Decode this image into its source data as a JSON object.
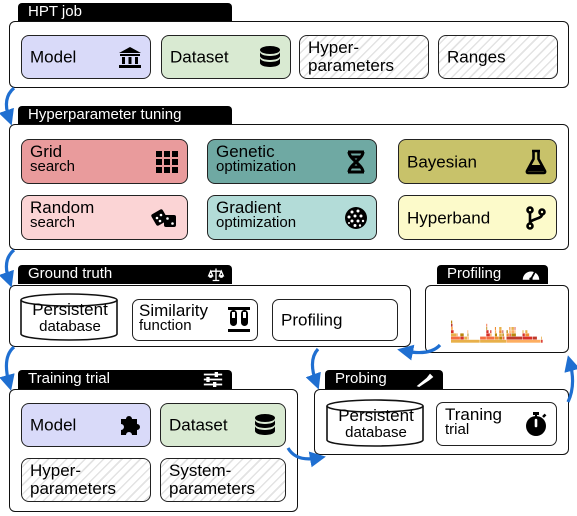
{
  "hpt_job": {
    "title": "HPT job",
    "model": "Model",
    "dataset": "Dataset",
    "hyper_line1": "Hyper-",
    "hyper_line2": "parameters",
    "ranges": "Ranges"
  },
  "tuning": {
    "title": "Hyperparameter tuning",
    "grid_1": "Grid",
    "grid_2": "search",
    "genetic_1": "Genetic",
    "genetic_2": "optimization",
    "bayesian": "Bayesian",
    "random_1": "Random",
    "random_2": "search",
    "gradient_1": "Gradient",
    "gradient_2": "optimization",
    "hyperband": "Hyperband"
  },
  "ground_truth": {
    "title": "Ground truth",
    "persistent_1": "Persistent",
    "persistent_2": "database",
    "similarity_1": "Similarity",
    "similarity_2": "function",
    "profiling": "Profiling"
  },
  "profiling_panel": {
    "title": "Profiling"
  },
  "training_trial": {
    "title": "Training trial",
    "model": "Model",
    "dataset": "Dataset",
    "hyper_1": "Hyper-",
    "hyper_2": "parameters",
    "system_1": "System-",
    "system_2": "parameters"
  },
  "probing": {
    "title": "Probing",
    "persistent_1": "Persistent",
    "persistent_2": "database",
    "trial_1": "Traning",
    "trial_2": "trial"
  },
  "colors": {
    "arrow": "#1f6fd1",
    "model": "#d9daf9",
    "dataset": "#d9ead2",
    "grid": "#e99b9c",
    "genetic": "#6fa9a3",
    "bayesian": "#c8c26a",
    "random": "#fbd4d5",
    "gradient": "#b3dcd8",
    "hyperband": "#fcfaca"
  },
  "icons": [
    "bank-icon",
    "database-icon",
    "grid-icon",
    "dna-icon",
    "flask-icon",
    "dice-icon",
    "sphere-icon",
    "branch-icon",
    "scale-icon",
    "gauge-icon",
    "sliders-icon",
    "puzzle-icon",
    "test-tubes-icon",
    "probe-icon",
    "stopwatch-icon",
    "flame-graph"
  ]
}
